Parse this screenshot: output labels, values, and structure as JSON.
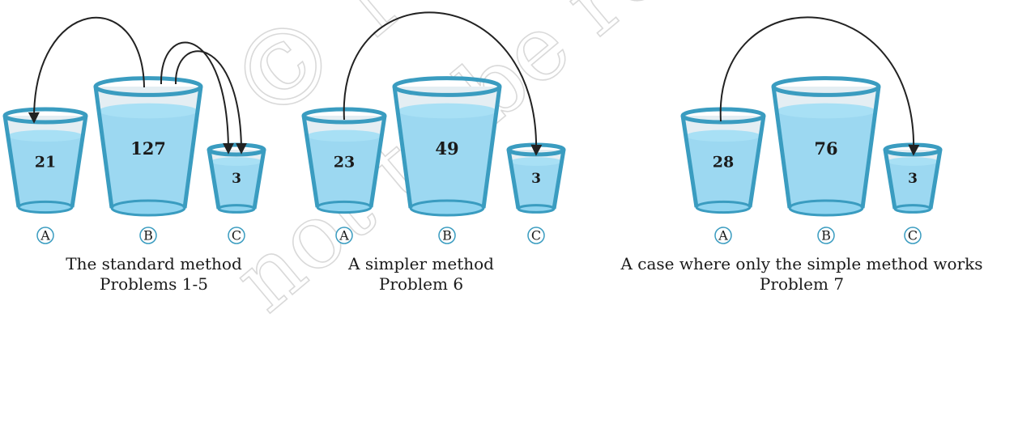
{
  "colors": {
    "rim": "#3a9cc0",
    "liquid": "#8fd4f0",
    "liquid_top": "#a8e0f5",
    "glass": "#e4eef3",
    "arrow": "#222222",
    "label_circle": "#3a9cc0",
    "watermark": "#d9d9d9"
  },
  "watermark": {
    "lines": [
      "© NCERT",
      "not to be republished"
    ]
  },
  "panels": [
    {
      "caption": [
        "The standard method",
        "Problems 1-5"
      ],
      "glasses": [
        {
          "letter": "A",
          "value": "21",
          "fill_level": 0.78
        },
        {
          "letter": "B",
          "value": "127",
          "fill_level": 0.8
        },
        {
          "letter": "C",
          "value": "3",
          "fill_level": 0.8
        }
      ],
      "pours": [
        {
          "from": "B",
          "to": "A"
        },
        {
          "from": "B",
          "to": "C"
        },
        {
          "from": "B",
          "to": "C"
        }
      ]
    },
    {
      "caption": [
        "A simpler method",
        "Problem 6"
      ],
      "glasses": [
        {
          "letter": "A",
          "value": "23",
          "fill_level": 0.78
        },
        {
          "letter": "B",
          "value": "49",
          "fill_level": 0.8
        },
        {
          "letter": "C",
          "value": "3",
          "fill_level": 0.8
        }
      ],
      "pours": [
        {
          "from": "A",
          "to": "C"
        }
      ]
    },
    {
      "caption": [
        "A case where only the simple method works",
        "Problem 7"
      ],
      "glasses": [
        {
          "letter": "A",
          "value": "28",
          "fill_level": 0.78
        },
        {
          "letter": "B",
          "value": "76",
          "fill_level": 0.8
        },
        {
          "letter": "C",
          "value": "3",
          "fill_level": 0.8
        }
      ],
      "pours": [
        {
          "from": "A",
          "to": "C"
        }
      ]
    }
  ]
}
